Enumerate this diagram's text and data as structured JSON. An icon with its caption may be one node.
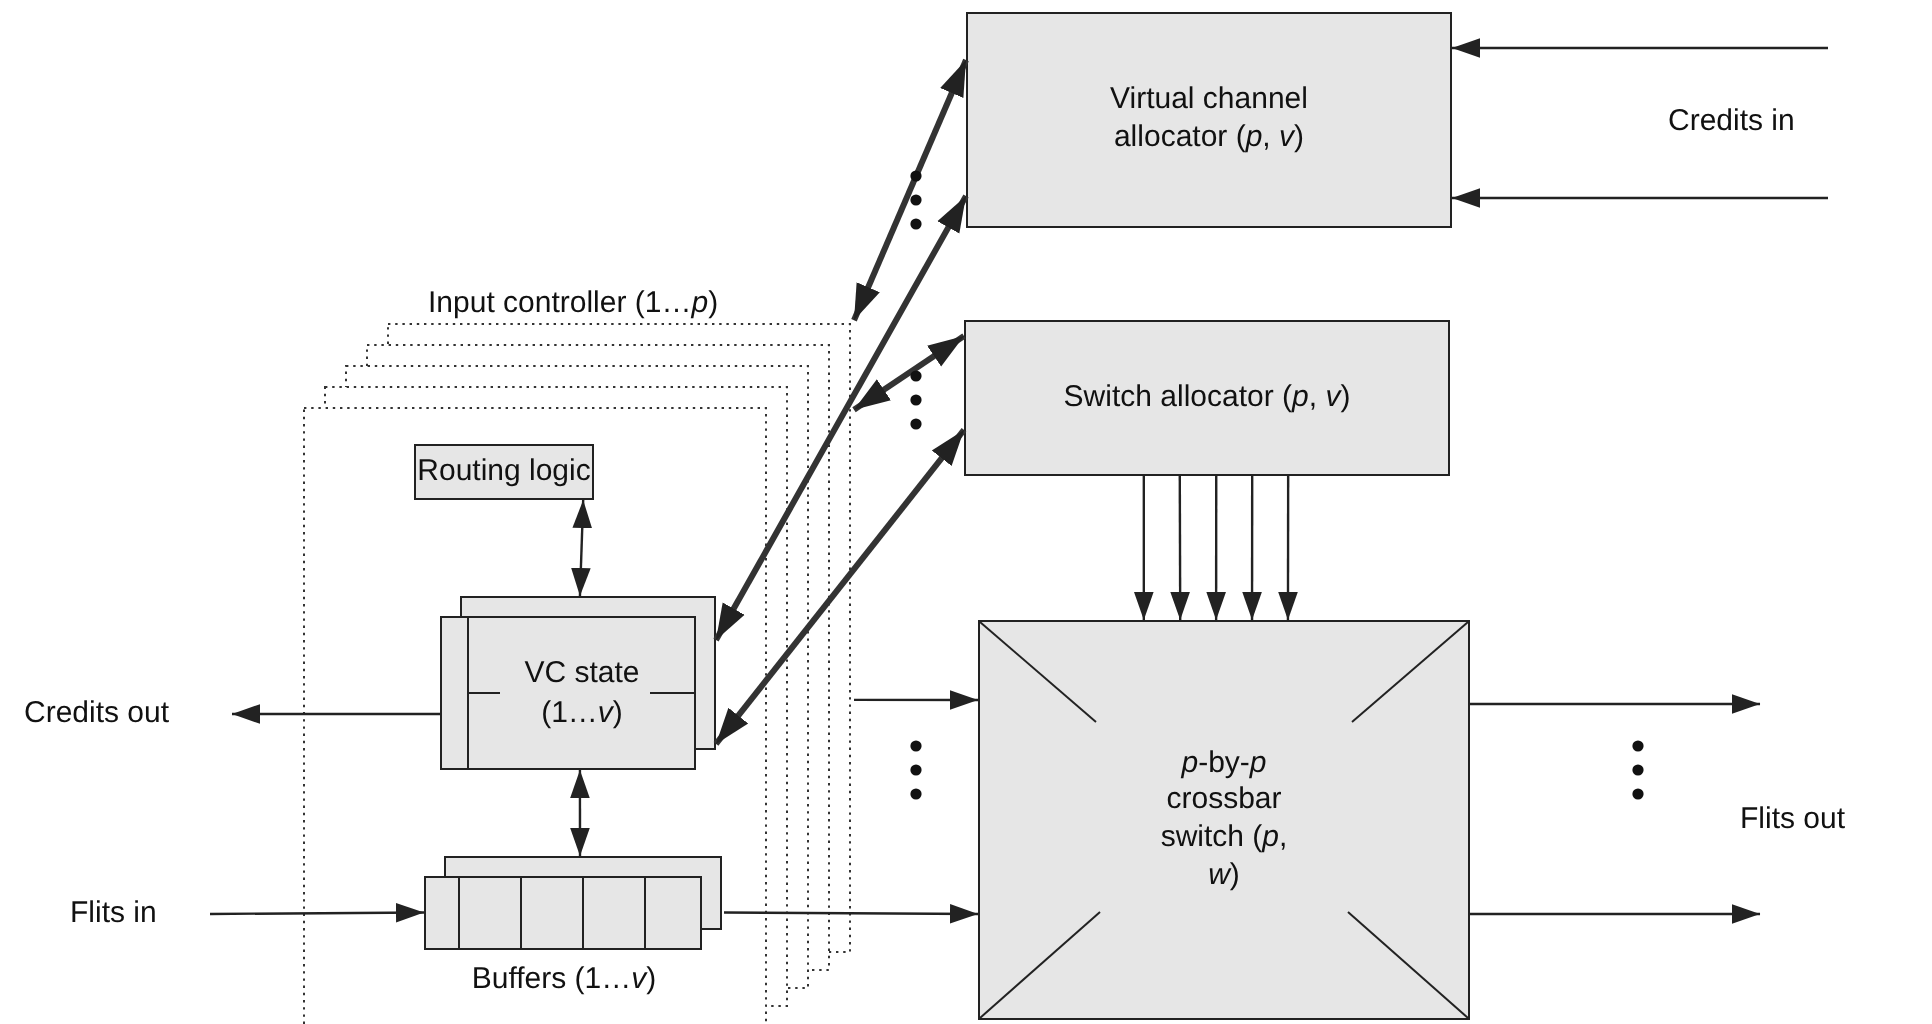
{
  "diagram": {
    "nodes": [
      {
        "text": [
          "Input controller (1…*p*)"
        ]
      },
      {
        "text": [
          "Routing logic"
        ],
        "in": 0
      },
      {
        "text": [
          "VC state (1…*v*)"
        ],
        "in": 0
      },
      {
        "text": [
          "Buffers (1…*v*)"
        ],
        "in": 0
      },
      {
        "text": [
          "Virtual channel allocator (*p*, *v*)"
        ]
      },
      {
        "text": [
          "Switch allocator (*p*, *v*)"
        ]
      },
      {
        "text": [
          "*p*-by-*p* crossbar switch (*p*, *w*)"
        ]
      },
      {
        "text": [
          "Credits in"
        ]
      },
      {
        "text": [
          "Credits out"
        ]
      },
      {
        "text": [
          "Flits in"
        ]
      },
      {
        "text": [
          "Flits out"
        ]
      }
    ],
    "edges": [
      {
        "from": 1,
        "to": 2,
        "arrow": "both"
      },
      {
        "from": 2,
        "to": 3,
        "arrow": "both"
      },
      {
        "from": 0,
        "to": 4,
        "arrow": "both",
        "style": "thick"
      },
      {
        "from": 2,
        "to": 4,
        "arrow": "both",
        "style": "thick"
      },
      {
        "from": 0,
        "to": 5,
        "arrow": "both",
        "style": "thick"
      },
      {
        "from": 2,
        "to": 5,
        "arrow": "both",
        "style": "thick"
      },
      {
        "from": 7,
        "to": 4,
        "arrow": "to"
      },
      {
        "from": 7,
        "to": 4,
        "arrow": "to"
      },
      {
        "from": 5,
        "to": 6,
        "arrow": "to"
      },
      {
        "from": 5,
        "to": 6,
        "arrow": "to"
      },
      {
        "from": 5,
        "to": 6,
        "arrow": "to"
      },
      {
        "from": 5,
        "to": 6,
        "arrow": "to"
      },
      {
        "from": 5,
        "to": 6,
        "arrow": "to"
      },
      {
        "from": 2,
        "to": 8,
        "arrow": "to"
      },
      {
        "from": 9,
        "to": 3,
        "arrow": "to"
      },
      {
        "from": 3,
        "to": 6,
        "arrow": "to"
      },
      {
        "from": 0,
        "to": 6,
        "arrow": "to"
      },
      {
        "from": 6,
        "to": 10,
        "arrow": "to"
      },
      {
        "from": 6,
        "to": 10,
        "arrow": "to"
      }
    ]
  }
}
